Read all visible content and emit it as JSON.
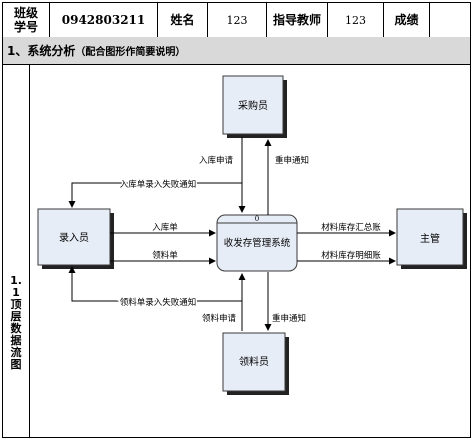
{
  "header": {
    "class_label": "班级\n学号",
    "student_id": "0942803211",
    "name_label": "姓名",
    "name_value": "123",
    "advisor_label": "指导教师",
    "advisor_value": "123",
    "grade_label": "成绩",
    "grade_value": ""
  },
  "section": {
    "title": "1、系统分析",
    "subtitle": "（配合图形作简要说明）"
  },
  "side_label": "1.1顶层数据流图",
  "diagram": {
    "process": {
      "number": "0",
      "label": "收发存管理系统"
    },
    "entities": {
      "entry_clerk": "录入员",
      "purchaser": "采购员",
      "material_clerk": "领料员",
      "supervisor": "主管"
    },
    "flows": {
      "inbound_request": "入库申请",
      "resubmit_notice_top": "重申通知",
      "inbound_entry_failure": "入库单录入失败通知",
      "inbound_form": "入库单",
      "requisition_form": "领料单",
      "requisition_entry_failure": "领料单录入失败通知",
      "inventory_summary": "材料库存汇总账",
      "inventory_detail": "材料库存明细账",
      "requisition_request": "领料申请",
      "resubmit_notice_bottom": "重申通知"
    }
  },
  "colors": {
    "box_fill": "#e7edf7",
    "stroke": "#3a3a3a",
    "section_bg": "#d9d9d9"
  }
}
